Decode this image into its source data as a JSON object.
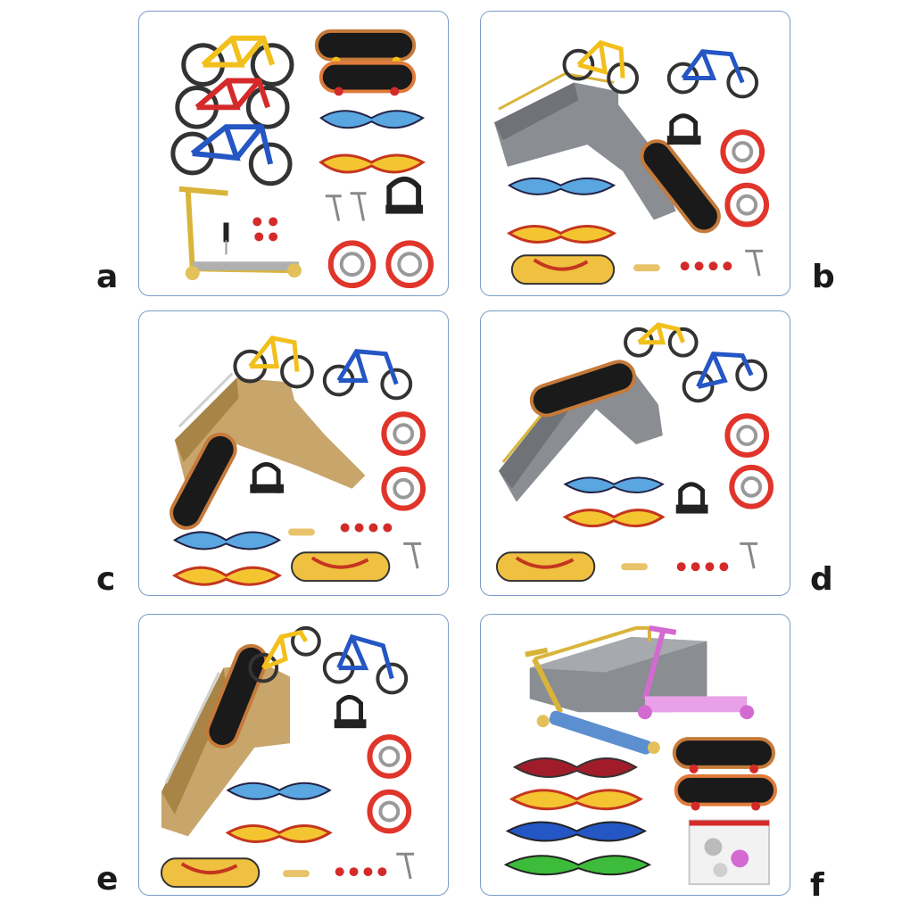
{
  "panels": [
    {
      "id": "a",
      "label": "a"
    },
    {
      "id": "b",
      "label": "b"
    },
    {
      "id": "c",
      "label": "c"
    },
    {
      "id": "d",
      "label": "d"
    },
    {
      "id": "e",
      "label": "e"
    },
    {
      "id": "f",
      "label": "f"
    }
  ],
  "colors": {
    "panel_border": "#7a9cc6",
    "bike_yellow": "#f2c01c",
    "bike_red": "#d42a2a",
    "bike_blue": "#2456c4",
    "ramp_gray": "#8a8d92",
    "ramp_gold": "#c8a56a",
    "wheel_red": "#e0352b",
    "caster_blue": "#5aa6e0",
    "caster_yellow": "#f5c531",
    "caster_green": "#3dbb3a",
    "caster_darkred": "#a11c2a",
    "scooter_pink": "#d36ad1"
  }
}
